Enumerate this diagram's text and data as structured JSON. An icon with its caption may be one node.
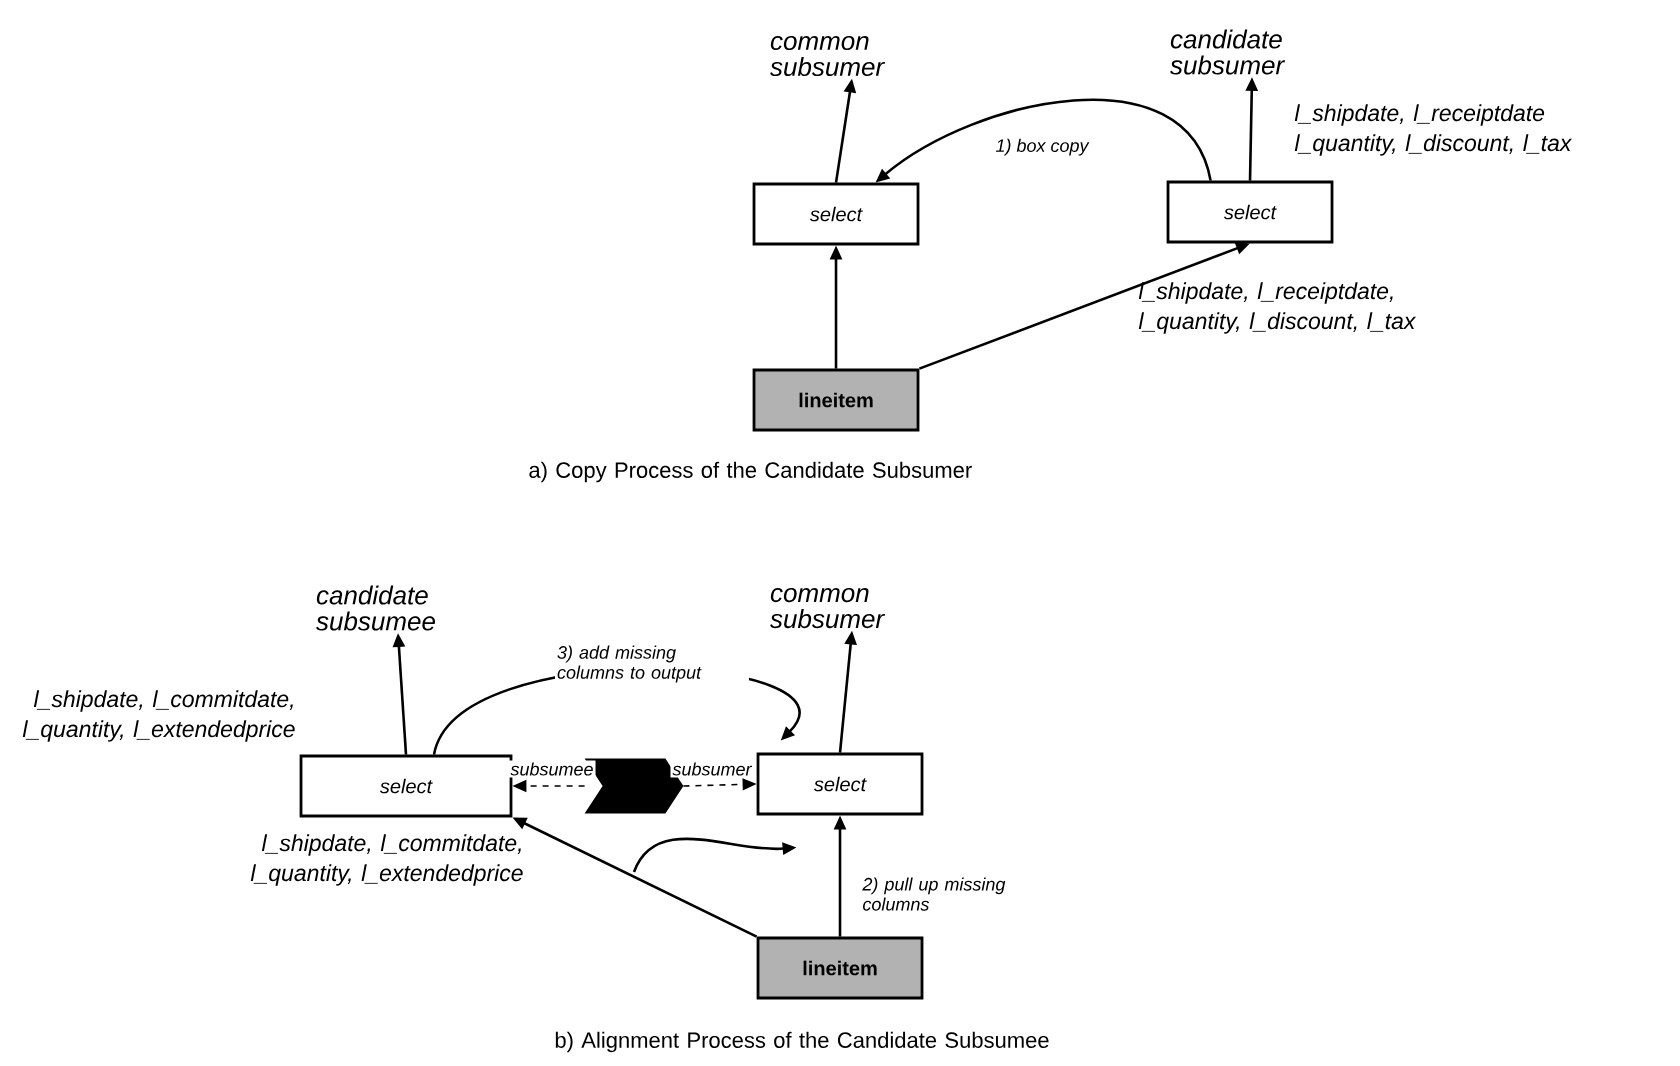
{
  "diagram": {
    "nodes": [
      {
        "text": [
          "common subsumer"
        ]
      },
      {
        "text": [
          "candidate subsumer"
        ]
      },
      {
        "text": [
          "select"
        ]
      },
      {
        "text": [
          "select"
        ]
      },
      {
        "text": [
          "lineitem"
        ]
      },
      {
        "text": [
          "candidate subsumee"
        ]
      },
      {
        "text": [
          "common subsumer"
        ]
      },
      {
        "text": [
          "select"
        ]
      },
      {
        "text": [
          "select"
        ]
      },
      {
        "text": [
          "lineitem"
        ]
      },
      {
        "text": [],
        "shape": "chevron"
      }
    ],
    "edges": [
      {
        "from": 2,
        "to": 0,
        "arrow": "to"
      },
      {
        "from": 3,
        "to": 1,
        "arrow": "to"
      },
      {
        "from": 4,
        "to": 2,
        "arrow": "to"
      },
      {
        "from": 4,
        "to": 3,
        "arrow": "to"
      },
      {
        "from": 3,
        "to": 2,
        "arrow": "to",
        "label": "1) box copy"
      },
      {
        "from": 7,
        "to": 5,
        "arrow": "to"
      },
      {
        "from": 8,
        "to": 6,
        "arrow": "to"
      },
      {
        "from": 10,
        "to": 7,
        "arrow": "to",
        "style": "dashed",
        "label": "subsumee"
      },
      {
        "from": 10,
        "to": 8,
        "arrow": "to",
        "style": "dashed",
        "label": "subsumer"
      },
      {
        "from": 7,
        "to": 8,
        "arrow": "to",
        "label": "3) add missing columns to output"
      },
      {
        "from": 9,
        "to": 8,
        "arrow": "to",
        "label": "2) pull up missing columns"
      },
      {
        "from": 9,
        "to": 7,
        "arrow": "to"
      },
      {
        "from": null,
        "to": 8,
        "arrow": "to"
      }
    ],
    "labels": [
      "l_shipdate, l_receiptdate l_quantity, l_discount, l_tax",
      "l_shipdate, l_receiptdate, l_quantity, l_discount, l_tax",
      "a) Copy Process of the Candidate Subsumer",
      "l_shipdate, l_commitdate, l_quantity, l_extendedprice",
      "l_shipdate, l_commitdate, l_quantity, l_extendedprice",
      "b) Alignment Process of the Candidate Subsumee"
    ]
  }
}
